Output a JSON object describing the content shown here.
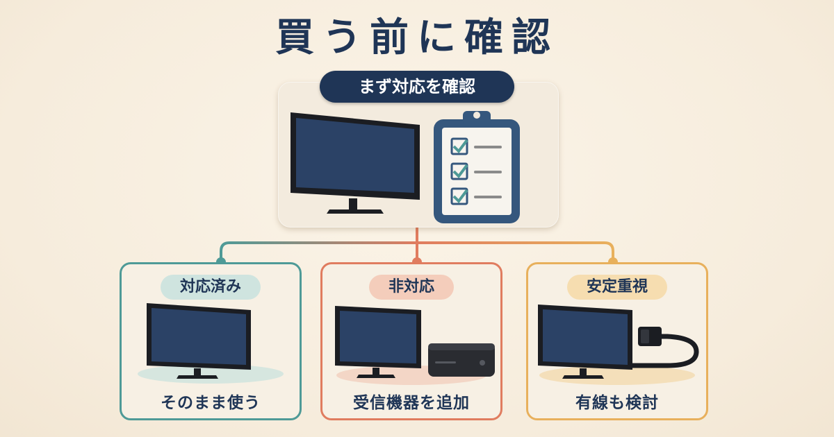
{
  "title": "買う前に確認",
  "top": {
    "label": "まず対応を確認",
    "icons": [
      "tv-icon",
      "clipboard-checklist-icon"
    ]
  },
  "branches": [
    {
      "label": "対応済み",
      "caption": "そのまま使う",
      "icons": [
        "tv-icon"
      ],
      "color": "#4e9a97"
    },
    {
      "label": "非対応",
      "caption": "受信機器を追加",
      "icons": [
        "tv-icon",
        "receiver-box-icon"
      ],
      "color": "#e07c5f"
    },
    {
      "label": "安定重視",
      "caption": "有線も検討",
      "icons": [
        "tv-icon",
        "ethernet-cable-icon"
      ],
      "color": "#e8b05c"
    }
  ],
  "colors": {
    "navy": "#1f3556",
    "background": "#f6ecdc"
  }
}
